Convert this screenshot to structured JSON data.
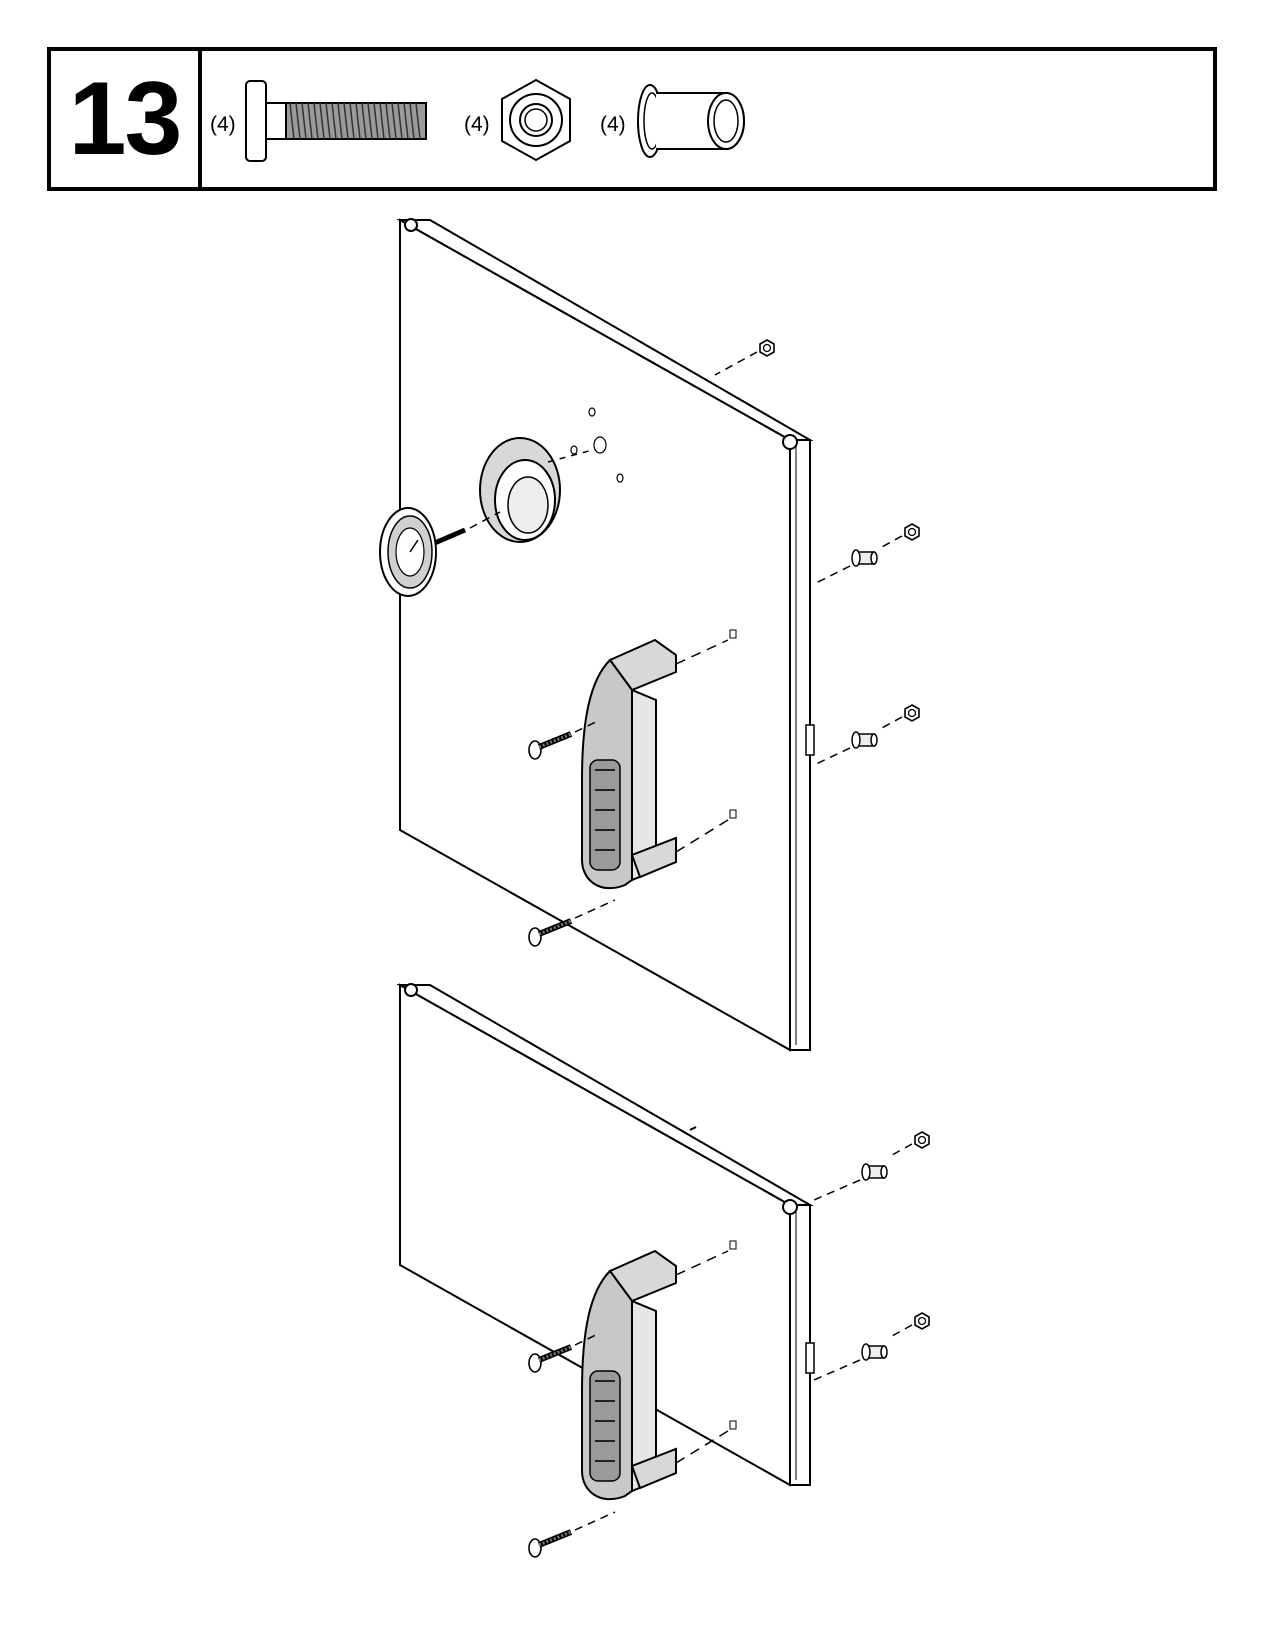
{
  "step": {
    "number": "13"
  },
  "parts": [
    {
      "name": "bolt-icon",
      "quantity": "(4)"
    },
    {
      "name": "nut-icon",
      "quantity": "(4)"
    },
    {
      "name": "spacer-icon",
      "quantity": "(4)"
    }
  ],
  "colors": {
    "line": "#000000",
    "panel_fill": "#ffffff",
    "handle_fill": "#d0d0d0",
    "hardware_fill": "#e6e6e6"
  }
}
